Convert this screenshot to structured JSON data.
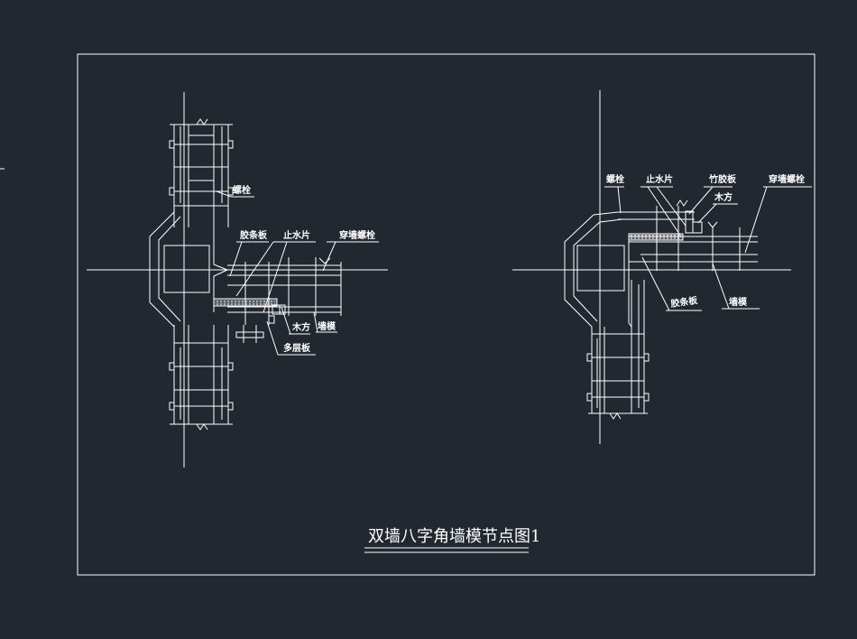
{
  "drawing": {
    "background": "#212830",
    "line_color": "#ffffff",
    "title": "双墙八字角墙模节点图1"
  },
  "left_detail": {
    "labels": {
      "bolt_top": "螺栓",
      "hardboard": "胶条板",
      "waterstop": "止水片",
      "through_bolt": "穿墙螺栓",
      "timber": "木方",
      "wall_form": "墙模",
      "plywood": "多层板"
    }
  },
  "right_detail": {
    "labels": {
      "bolt": "螺栓",
      "waterstop": "止水片",
      "hardboard_top": "竹胶板",
      "timber": "木方",
      "through_bolt": "穿墙螺栓",
      "hardboard_bottom": "胶条板",
      "wall_form": "墙模"
    }
  }
}
